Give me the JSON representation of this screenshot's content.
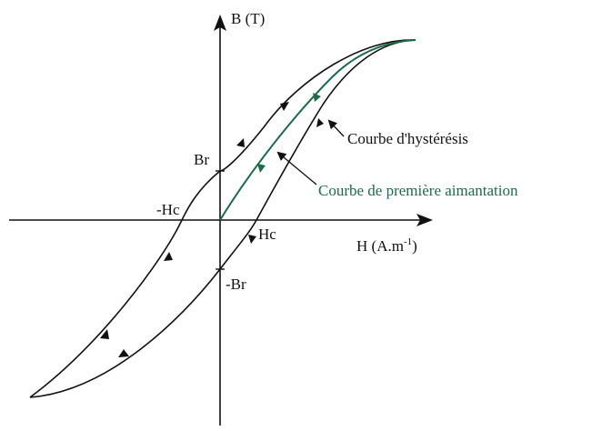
{
  "axes": {
    "y_label": "B (T)",
    "x_label": "H (A.m",
    "x_label_sup": "-1",
    "x_label_end": ")"
  },
  "points": {
    "br": "Br",
    "neg_br": "-Br",
    "hc": "Hc",
    "neg_hc": "-Hc"
  },
  "annotations": {
    "hysteresis": "Courbe d'hystérésis",
    "first_magnetization": "Courbe de première aimantation"
  },
  "colors": {
    "curve": "#111111",
    "first_magnetization": "#1d6b4a",
    "background": "#ffffff"
  }
}
